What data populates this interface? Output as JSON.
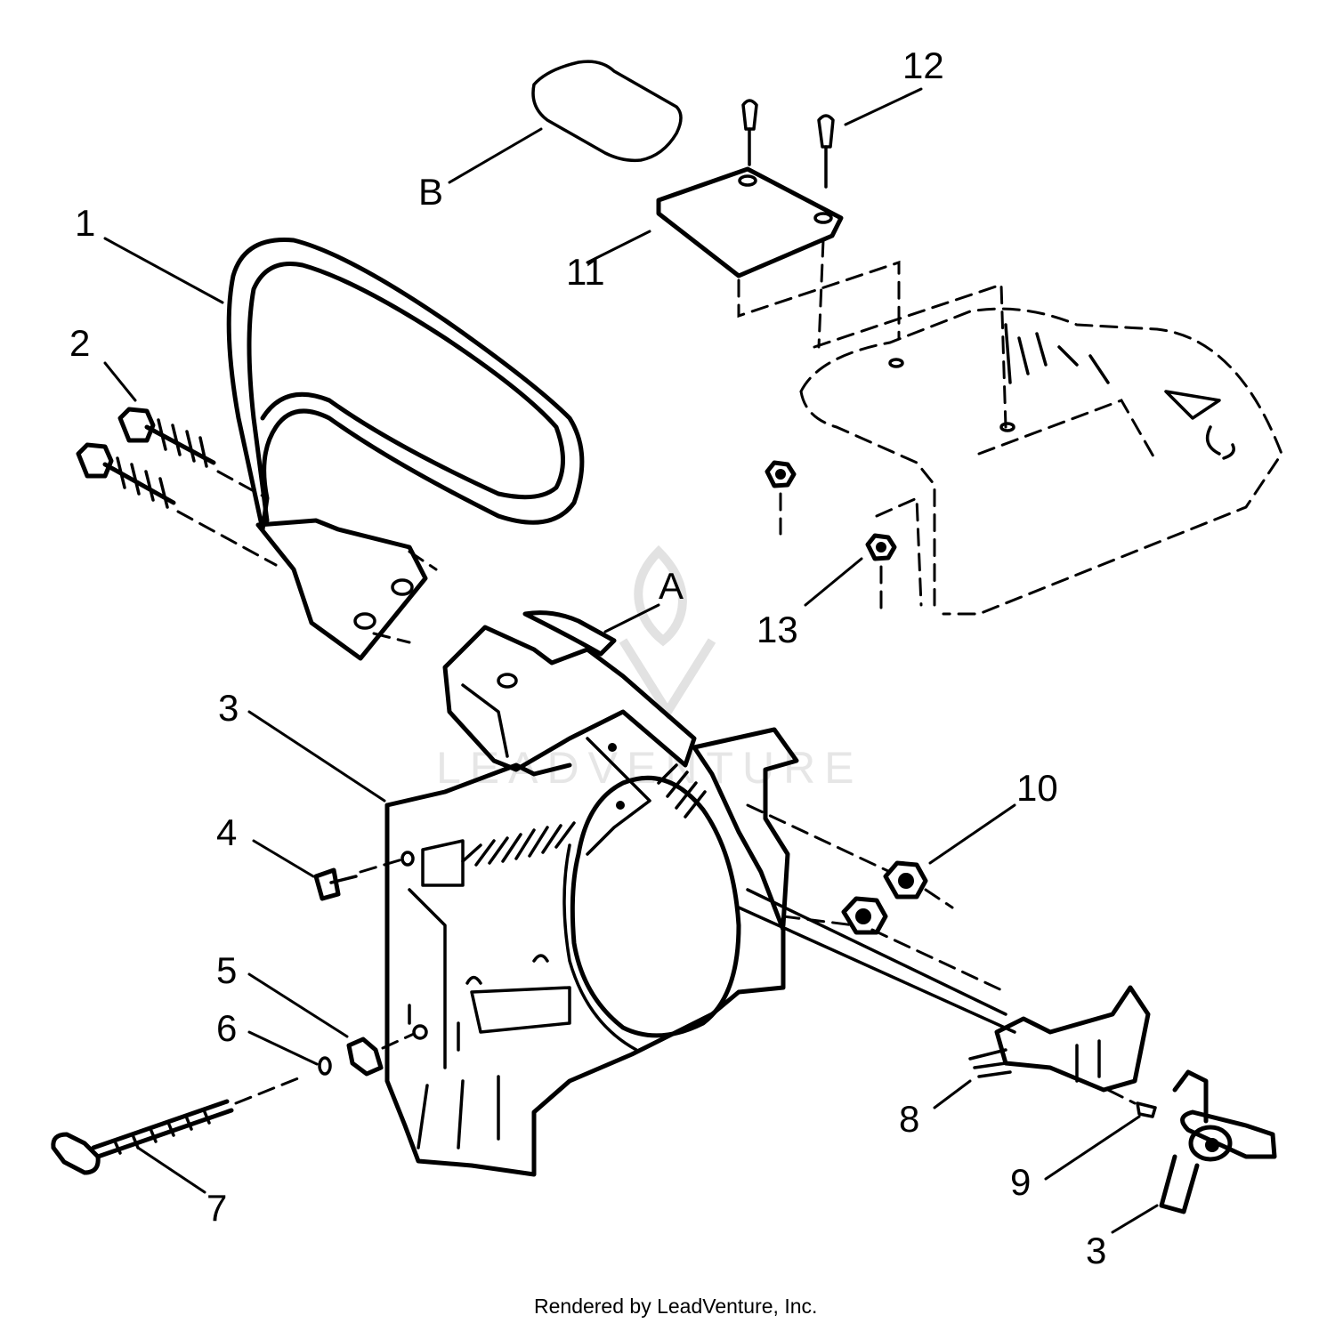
{
  "callouts": {
    "c1": "1",
    "c2": "2",
    "c3a": "3",
    "c3b": "3",
    "c4": "4",
    "c5": "5",
    "c6": "6",
    "c7": "7",
    "c8": "8",
    "c9": "9",
    "c10": "10",
    "c11": "11",
    "c12": "12",
    "c13": "13",
    "cA": "A",
    "cB": "B"
  },
  "watermark": {
    "text": "LEADVENTURE"
  },
  "footer": {
    "credit": "Rendered by LeadVenture, Inc."
  }
}
